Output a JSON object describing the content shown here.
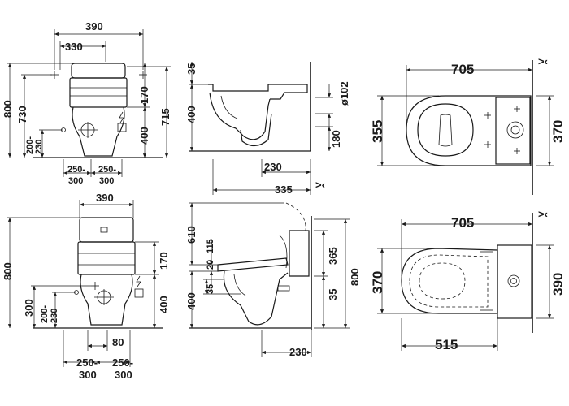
{
  "top_front": {
    "width_outer": "390",
    "width_inner": "330",
    "total_height": "800",
    "inlet_height": "730",
    "tank_section": "170",
    "seat_height": "400",
    "side_height": "715",
    "outlet_range": "200-\n230",
    "outlet_top": "200-",
    "outlet_bottom": "230",
    "left_offset_top": "250-",
    "left_offset_bottom": "300",
    "right_offset_top": "250-",
    "right_offset_bottom": "300"
  },
  "top_side": {
    "top_gap": "35",
    "seat_height": "400",
    "pipe_dia": "ø102",
    "outlet_height": "180",
    "outlet_depth": "230",
    "total_depth": "335",
    "wall_symbol": ">‹"
  },
  "top_plan": {
    "length": "705",
    "width_left": "355",
    "width_right": "370"
  },
  "bottom_front": {
    "width": "390",
    "total_height": "800",
    "inlet_height": "300",
    "outlet_top": "200-",
    "outlet_bottom": "230",
    "tank_section": "170",
    "seat_height": "400",
    "spacing": "80",
    "left_offset_top": "250-",
    "left_offset_bottom": "300",
    "right_offset_top": "250-",
    "right_offset_bottom": "300"
  },
  "bottom_side": {
    "lid_height": "610",
    "seat_gap": "115",
    "seat_thickness": "20",
    "bottom_gap": "35",
    "seat_height": "400",
    "tank_height": "365",
    "outlet_height": "35",
    "total_height": "800",
    "outlet_depth": "230"
  },
  "bottom_plan": {
    "length": "705",
    "bowl_width": "370",
    "tank_width": "390",
    "bowl_length": "515"
  }
}
